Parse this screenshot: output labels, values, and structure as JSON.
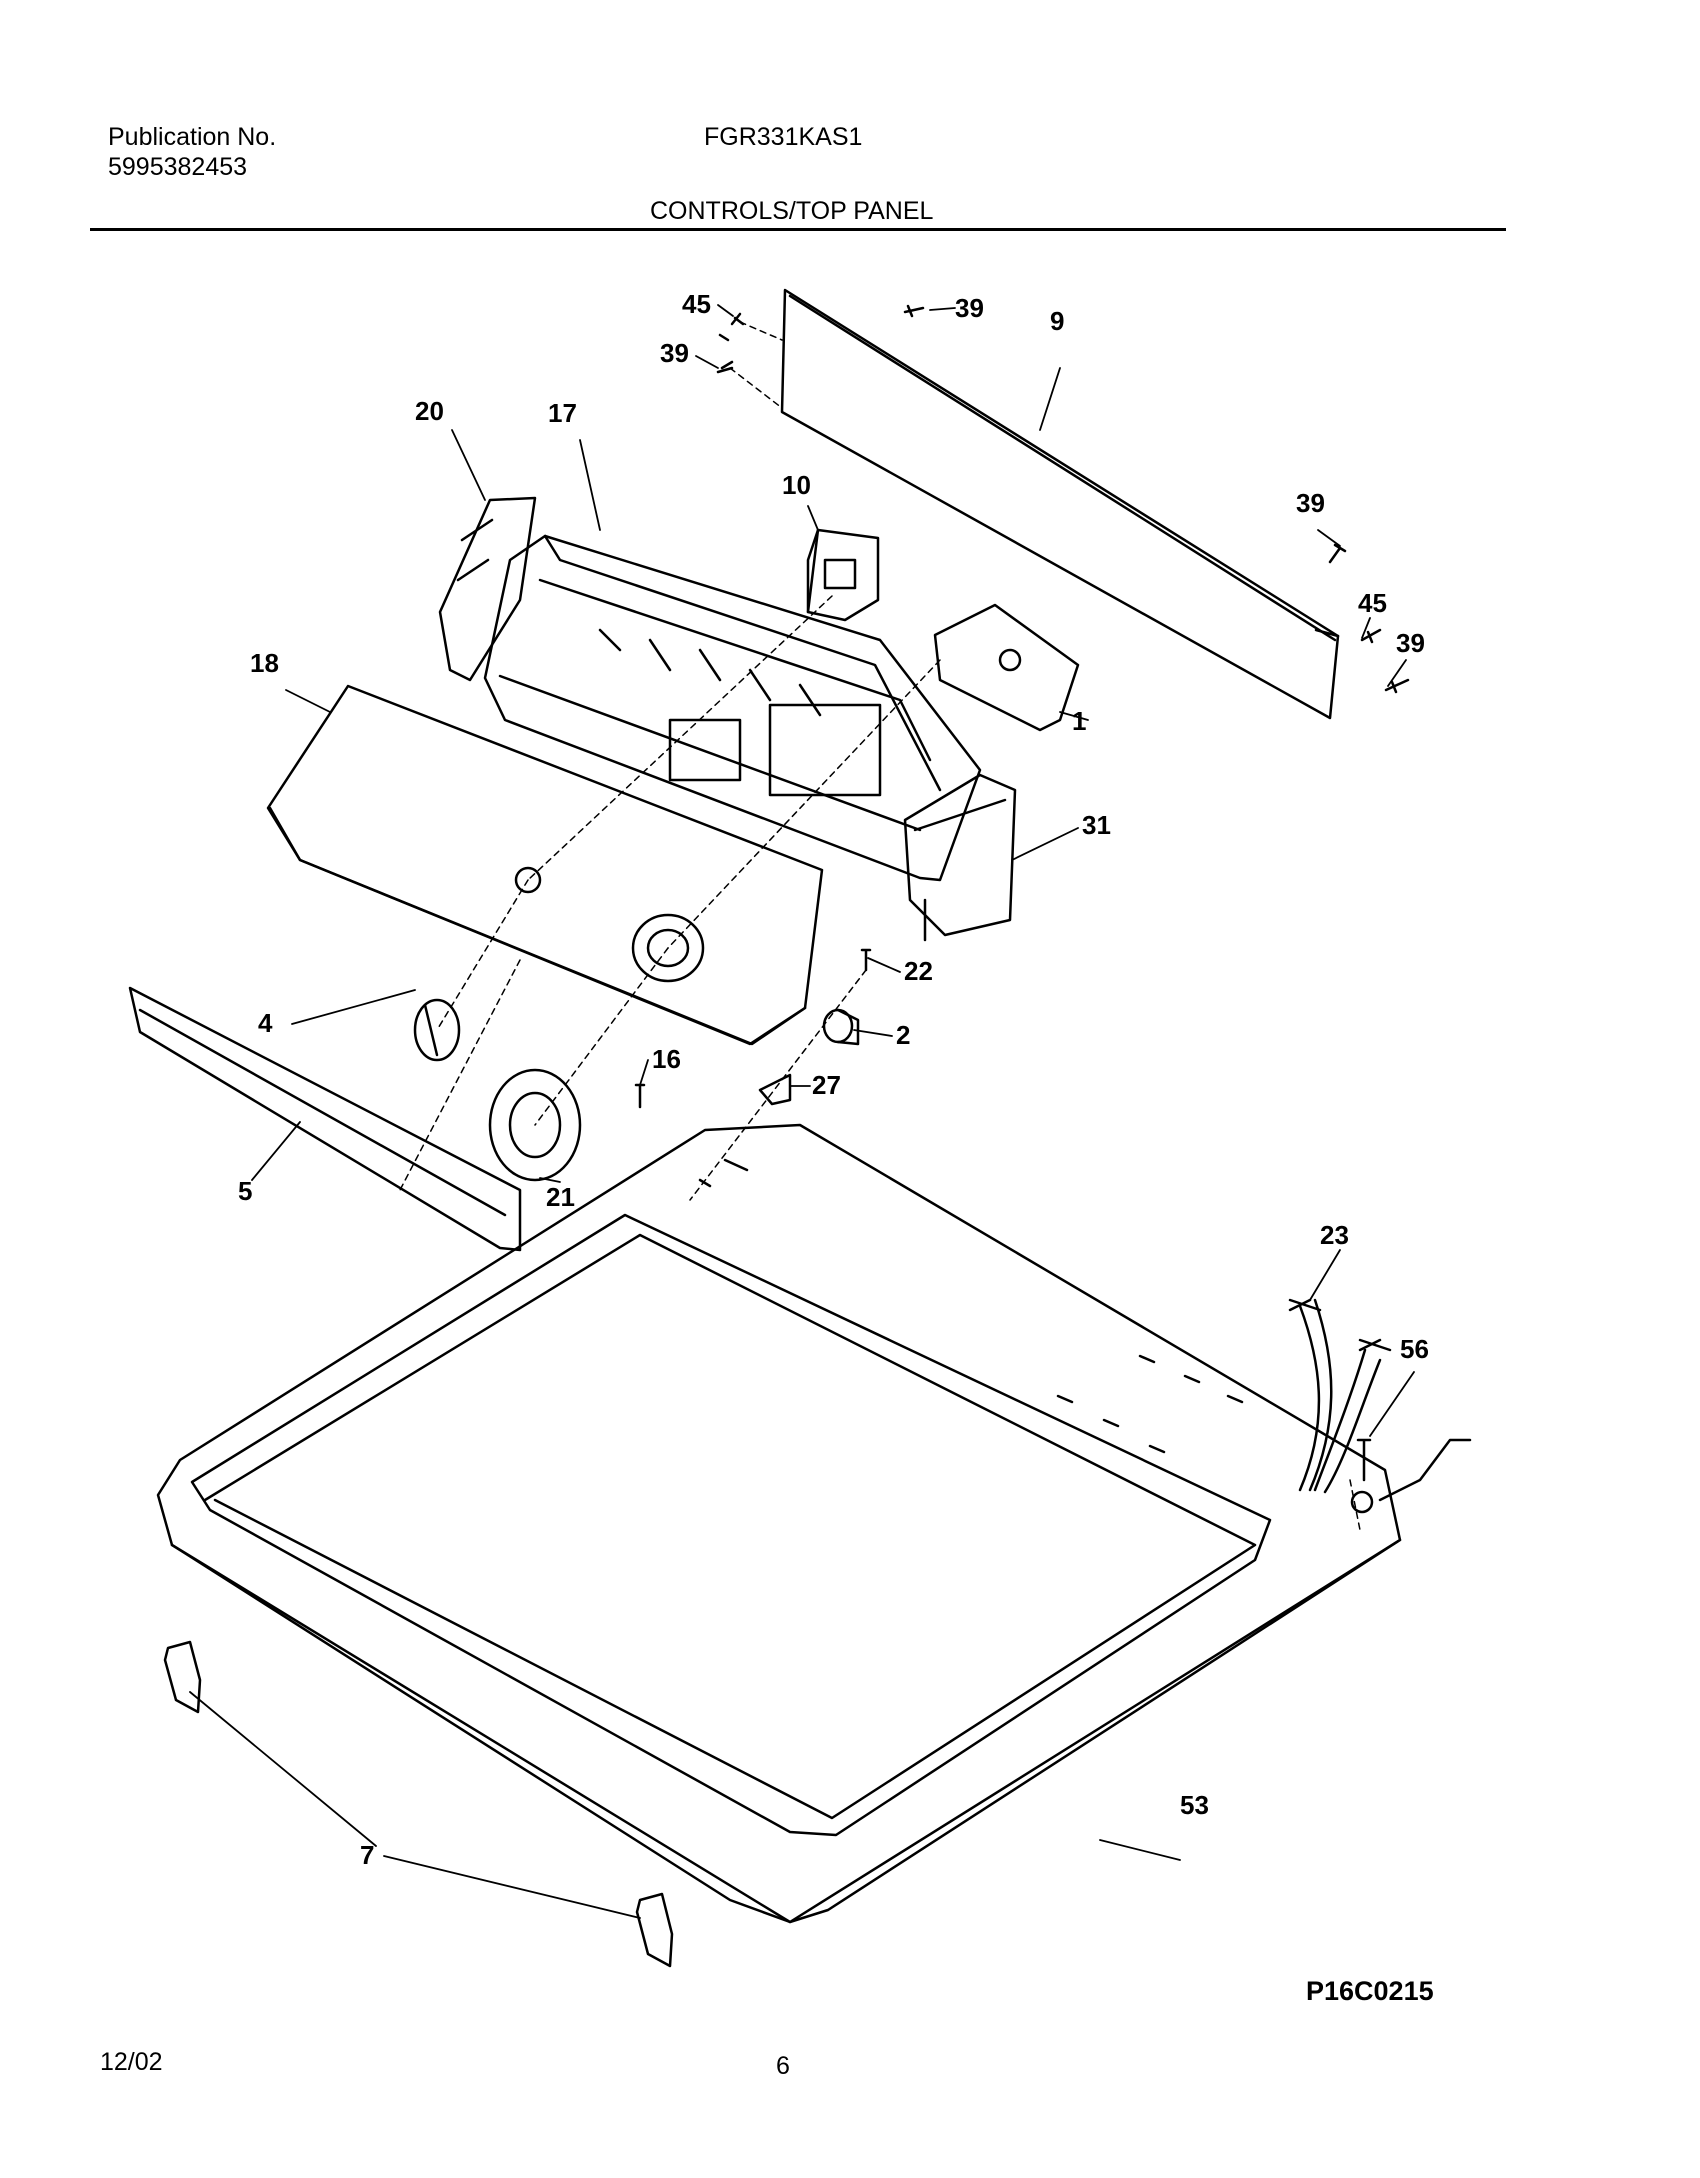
{
  "header": {
    "publication_label": "Publication No.",
    "publication_number": "5995382453",
    "model": "FGR331KAS1",
    "section_title": "CONTROLS/TOP PANEL"
  },
  "footer": {
    "date": "12/02",
    "page_number": "6",
    "figure_code": "P16C0215"
  },
  "callouts": {
    "c45a": "45",
    "c39a": "39",
    "c39b": "39",
    "c9": "9",
    "c20": "20",
    "c17": "17",
    "c10": "10",
    "c39c": "39",
    "c45b": "45",
    "c39d": "39",
    "c18": "18",
    "c1": "1",
    "c31": "31",
    "c22": "22",
    "c2": "2",
    "c4": "4",
    "c16": "16",
    "c27": "27",
    "c5": "5",
    "c21": "21",
    "c23": "23",
    "c56": "56",
    "c53": "53",
    "c7": "7"
  }
}
